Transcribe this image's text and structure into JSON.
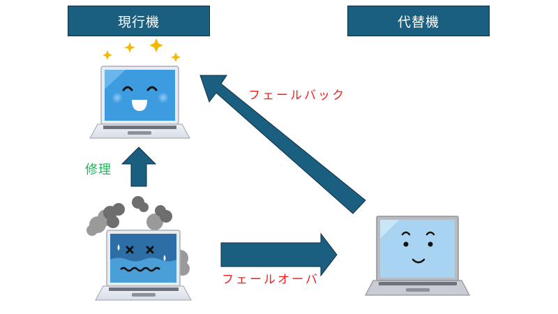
{
  "headers": {
    "current_machine": "現行機",
    "alternate_machine": "代替機"
  },
  "labels": {
    "failback": "フェールバック",
    "failover": "フェールオーバ",
    "repair": "修理"
  },
  "nodes": [
    {
      "id": "current-restored",
      "state": "happy",
      "description": "repaired current machine with sparkles"
    },
    {
      "id": "current-broken",
      "state": "broken",
      "description": "failed current machine with smoke"
    },
    {
      "id": "alternate",
      "state": "calm",
      "description": "alternate machine"
    }
  ],
  "edges": [
    {
      "from": "current-broken",
      "to": "current-restored",
      "label_key": "repair"
    },
    {
      "from": "current-broken",
      "to": "alternate",
      "label_key": "failover"
    },
    {
      "from": "alternate",
      "to": "current-restored",
      "label_key": "failback"
    }
  ],
  "colors": {
    "header_bg": "#1a5e80",
    "arrow_fill": "#1a5e80",
    "failover_text": "#ff1a1a",
    "repair_text": "#22b35a"
  }
}
